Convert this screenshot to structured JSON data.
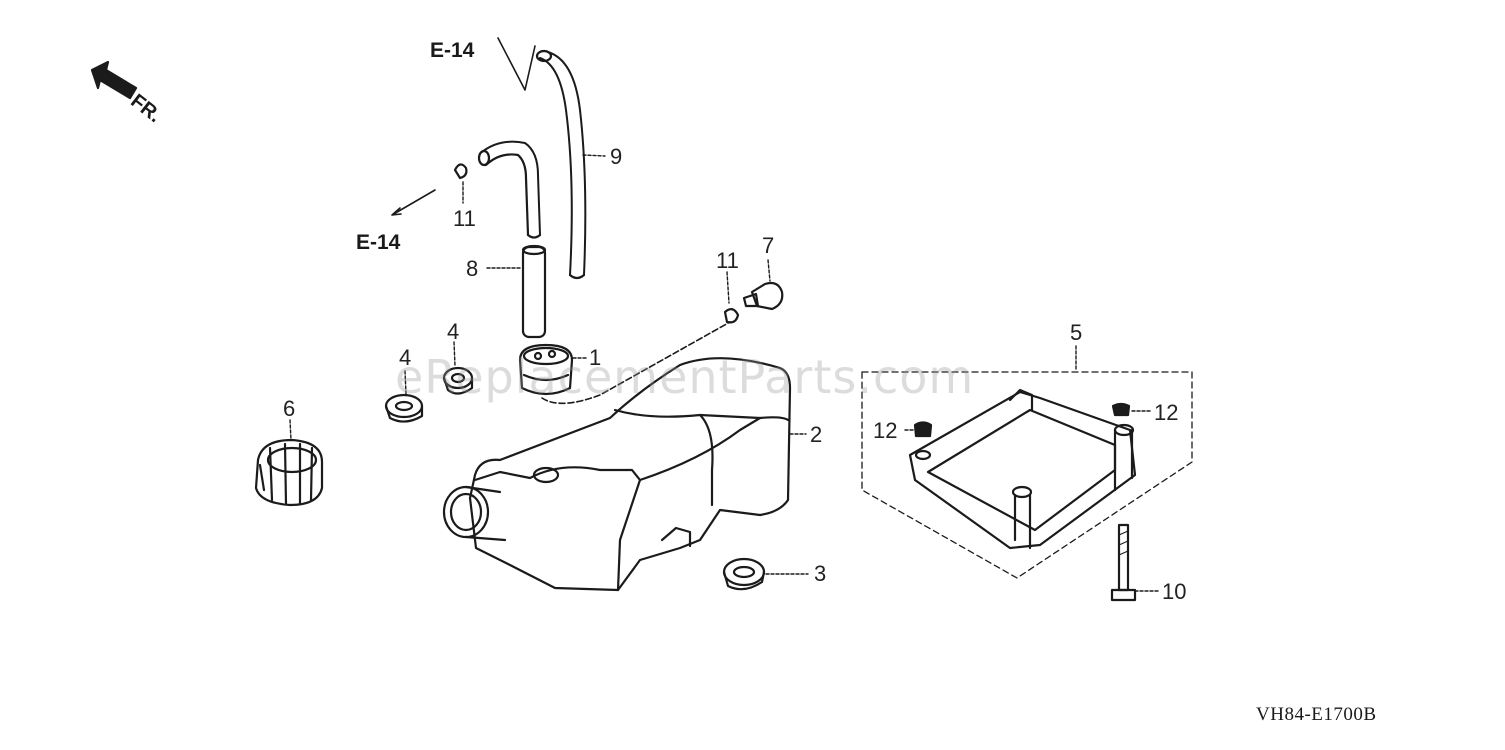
{
  "diagram": {
    "watermark": "eReplacementParts.com",
    "direction_label": "FR.",
    "reference_labels": [
      "E-14",
      "E-14"
    ],
    "drawing_code": "VH84-E1700B",
    "callouts": {
      "p1": "1",
      "p2": "2",
      "p3": "3",
      "p4a": "4",
      "p4b": "4",
      "p5": "5",
      "p6": "6",
      "p7": "7",
      "p8": "8",
      "p9": "9",
      "p10": "10",
      "p11a": "11",
      "p11b": "11",
      "p12a": "12",
      "p12b": "12"
    }
  }
}
